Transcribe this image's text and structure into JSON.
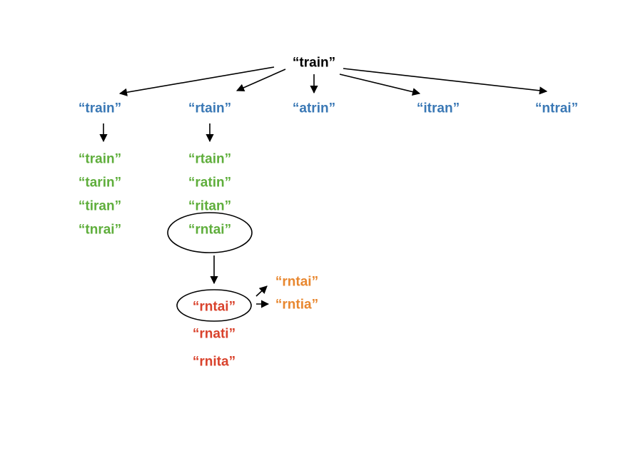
{
  "colors": {
    "root": "#000000",
    "level1": "#3a78b5",
    "level2": "#5fae3c",
    "level3": "#d9422c",
    "level4": "#e8872f",
    "stroke": "#000000"
  },
  "tree": {
    "root": "“train”",
    "level1": [
      "“train”",
      "“rtain”",
      "“atrin”",
      "“itran”",
      "“ntrai”"
    ],
    "level2_a": [
      "“train”",
      "“tarin”",
      "“tiran”",
      "“tnrai”"
    ],
    "level2_b": [
      "“rtain”",
      "“ratin”",
      "“ritan”",
      "“rntai”"
    ],
    "level3": [
      "“rntai”",
      "“rnati”",
      "“rnita”"
    ],
    "level4": [
      "“rntai”",
      "“rntia”"
    ]
  }
}
